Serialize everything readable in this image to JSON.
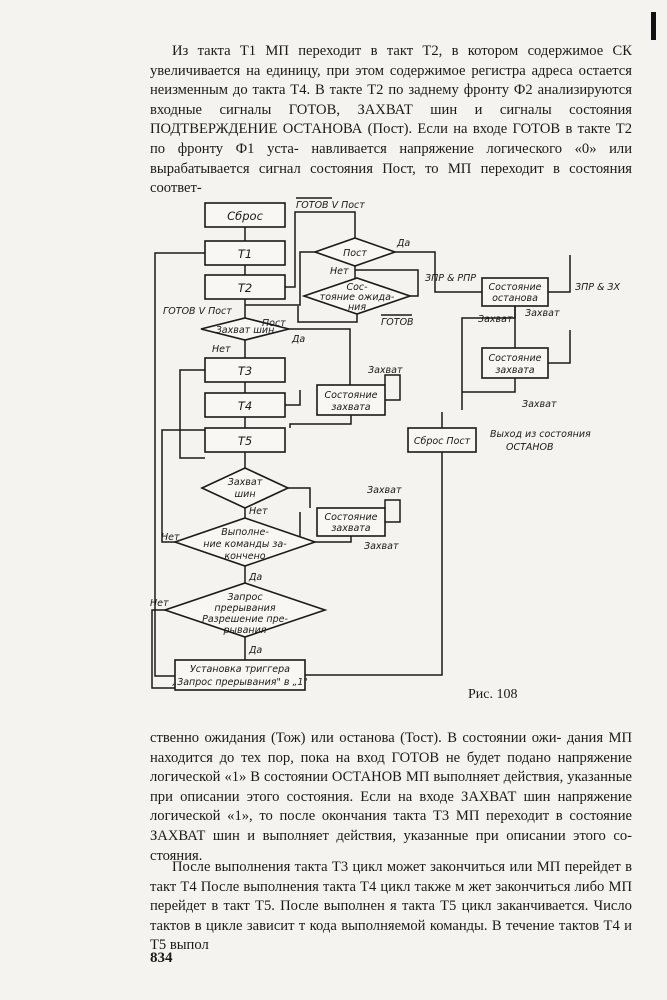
{
  "text": {
    "top_lines": [
      "Из такта T1 МП переходит в такт T2, в котором содержимое",
      "СК увеличивается на единицу, при этом содержимое регистра",
      "адреса остается неизменным до такта T4. В такте T2 по заднему",
      "фронту Ф2 анализируются входные сигналы ГОТОВ, ЗАХВАТ",
      "шин и сигналы состояния ПОДТВЕРЖДЕНИЕ ОСТАНОВА",
      "(Пост). Если на входе ГОТОВ в такте T2 по фронту Ф1 уста-",
      "навливается напряжение логического «0» или вырабатывается",
      "сигнал состояния Пост, то МП переходит в состояния соответ-"
    ],
    "middle_lines": [
      "ственно ожидания (Тож) или останова (Тост). В состоянии ожи-",
      "дания МП находится до тех пор, пока на вход ГОТОВ не будет",
      "подано напряжение логической «1» В состоянии ОСТАНОВ МП",
      "выполняет действия, указанные при описании этого состояния.",
      "Если на входе ЗАХВАТ шин напряжение логической «1», то",
      "после окончания такта T3 МП переходит в состояние ЗАХВАТ",
      "шин и выполняет действия, указанные при описании этого со-",
      "стояния."
    ],
    "bottom_lines": [
      "После выполнения такта T3 цикл может закончиться или МП",
      "перейдет в такт T4 После выполнения такта T4 цикл также м",
      "жет закончиться либо МП перейдет в такт T5. После выполнен я",
      "такта T5 цикл заканчивается. Число тактов в цикле зависит т",
      "кода выполняемой команды. В течение тактов T4 и T5 выпол"
    ],
    "page_number": "834"
  },
  "flowchart": {
    "caption": "Рис. 108",
    "boxes": {
      "reset": "Сброс",
      "t1": "T1",
      "t2": "T2",
      "t3": "T3",
      "t4": "T4",
      "t5": "T5",
      "halt_state_1": "Состояние",
      "halt_state_2": "останова",
      "hold_state_a_1": "Состояние",
      "hold_state_a_2": "захвата",
      "hold_state_b_1": "Состояние",
      "hold_state_b_2": "захвата",
      "hold_state_c_1": "Состояние",
      "hold_state_c_2": "захвата",
      "reset_halt": "Сброс Пост",
      "set_trigger_1": "Установка триггера",
      "set_trigger_2": "„Запрос прерывания\" в „1\""
    },
    "decisions": {
      "post": "Пост",
      "wait_1": "Сос-",
      "wait_2": "тояние ожида-",
      "wait_3": "ния",
      "hold_bus_1": "Захват шин",
      "hold_bus_2_1": "Захват",
      "hold_bus_2_2": "шин",
      "exec_1": "Выполне-",
      "exec_2": "ние команды за-",
      "exec_3": "кончено",
      "int_1": "Запрос",
      "int_2": "прерывания",
      "int_3": "Разрешение пре-",
      "int_4": "рывания"
    },
    "labels": {
      "not_ready_or_post": "ГОТОВ V Пост",
      "ready_or_not_post": "ГОТОВ V Пост",
      "yes_post": "Да",
      "no_post": "Нет",
      "gotov_wait": "ГОТОВ",
      "post_wait": "Пост",
      "zpr_rpr": "ЗПР & РПР",
      "zpr_zx": "ЗПР & ЗХ",
      "hold_1": "Захват",
      "hold_2": "Захват",
      "hold_3": "Захват",
      "hold_4": "Захват",
      "hold_5": "Захват",
      "hold_6": "Захват",
      "no_hold_bus": "Нет",
      "yes_hold_bus": "Да",
      "yes_hold_bus_2": "Нет",
      "no_exec": "Нет",
      "yes_exec": "Да",
      "no_int": "Нет",
      "yes_int": "Да",
      "exit_halt_1": "Выход из состояния",
      "exit_halt_2": "ОСТАНОВ"
    }
  }
}
